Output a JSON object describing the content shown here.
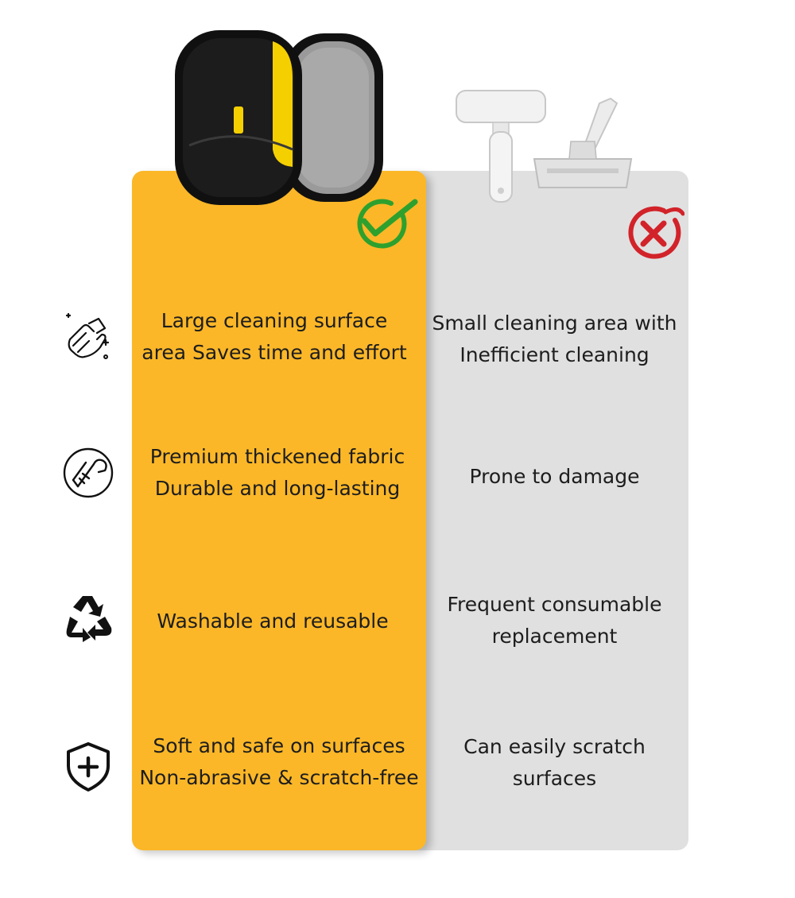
{
  "rows": [
    {
      "icon": "hand-wipe-sparkle-icon",
      "ours": [
        "Large cleaning surface",
        "area Saves time and effort"
      ],
      "theirs": [
        "Small cleaning area with",
        "Inefficient cleaning"
      ]
    },
    {
      "icon": "strong-arm-icon",
      "ours": [
        "Premium thickened fabric",
        "Durable and long-lasting"
      ],
      "theirs": [
        "Prone to damage"
      ]
    },
    {
      "icon": "recycle-icon",
      "ours": [
        "Washable and reusable"
      ],
      "theirs": [
        "Frequent consumable",
        "replacement"
      ]
    },
    {
      "icon": "shield-plus-icon",
      "ours": [
        "Soft and safe on surfaces",
        "Non-abrasive & scratch-free"
      ],
      "theirs": [
        "Can easily scratch",
        "surfaces"
      ]
    }
  ],
  "colors": {
    "ours_panel": "#fbb728",
    "theirs_panel": "#e0e0e0",
    "check": "#2ea02e",
    "cross": "#d2232a",
    "text": "#1d1d1d"
  },
  "badges": {
    "ours": "check-circle-icon",
    "theirs": "cross-circle-icon"
  },
  "products": {
    "ours": "cleaning-mitt-image",
    "theirs": "lint-roller-and-shaver-image"
  }
}
